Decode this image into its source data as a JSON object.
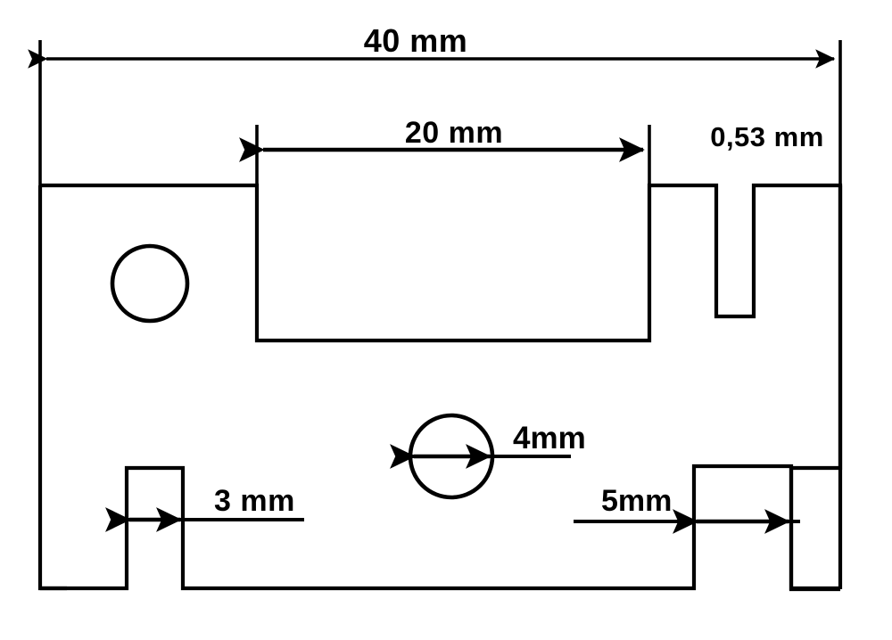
{
  "drawing": {
    "title": "Technical part outline drawing with dimensions",
    "units": "mm",
    "line_color": "#000000",
    "background_color": "#ffffff",
    "dimensions": {
      "overall_width": {
        "label": "40 mm",
        "value": 40,
        "unit": "mm",
        "orientation": "horizontal",
        "position": "top"
      },
      "pocket_width": {
        "label": "20 mm",
        "value": 20,
        "unit": "mm",
        "orientation": "horizontal",
        "position": "upper-center"
      },
      "slot_width": {
        "label": "0,53 mm",
        "value": 0.53,
        "unit": "mm",
        "orientation": "horizontal",
        "position": "upper-right"
      },
      "center_hole_diameter": {
        "label": "4mm",
        "value": 4,
        "unit": "mm",
        "orientation": "horizontal",
        "position": "center"
      },
      "left_tab_width": {
        "label": "3 mm",
        "value": 3,
        "unit": "mm",
        "orientation": "horizontal",
        "position": "bottom-left"
      },
      "right_tab_width": {
        "label": "5mm",
        "value": 5,
        "unit": "mm",
        "orientation": "horizontal",
        "position": "bottom-right"
      }
    },
    "features": {
      "left_hole": {
        "name": "left-circular-hole",
        "shape": "circle"
      },
      "center_hole": {
        "name": "center-circular-hole",
        "shape": "circle"
      },
      "top_pocket": {
        "name": "top-rectangular-pocket",
        "shape": "rectangular-recess"
      },
      "right_slot": {
        "name": "right-narrow-slot",
        "shape": "narrow-slot"
      },
      "bottom_left_tab": {
        "name": "bottom-left-tab",
        "shape": "rectangular-tab"
      },
      "bottom_right_tab": {
        "name": "bottom-right-tab",
        "shape": "rectangular-tab"
      }
    }
  }
}
